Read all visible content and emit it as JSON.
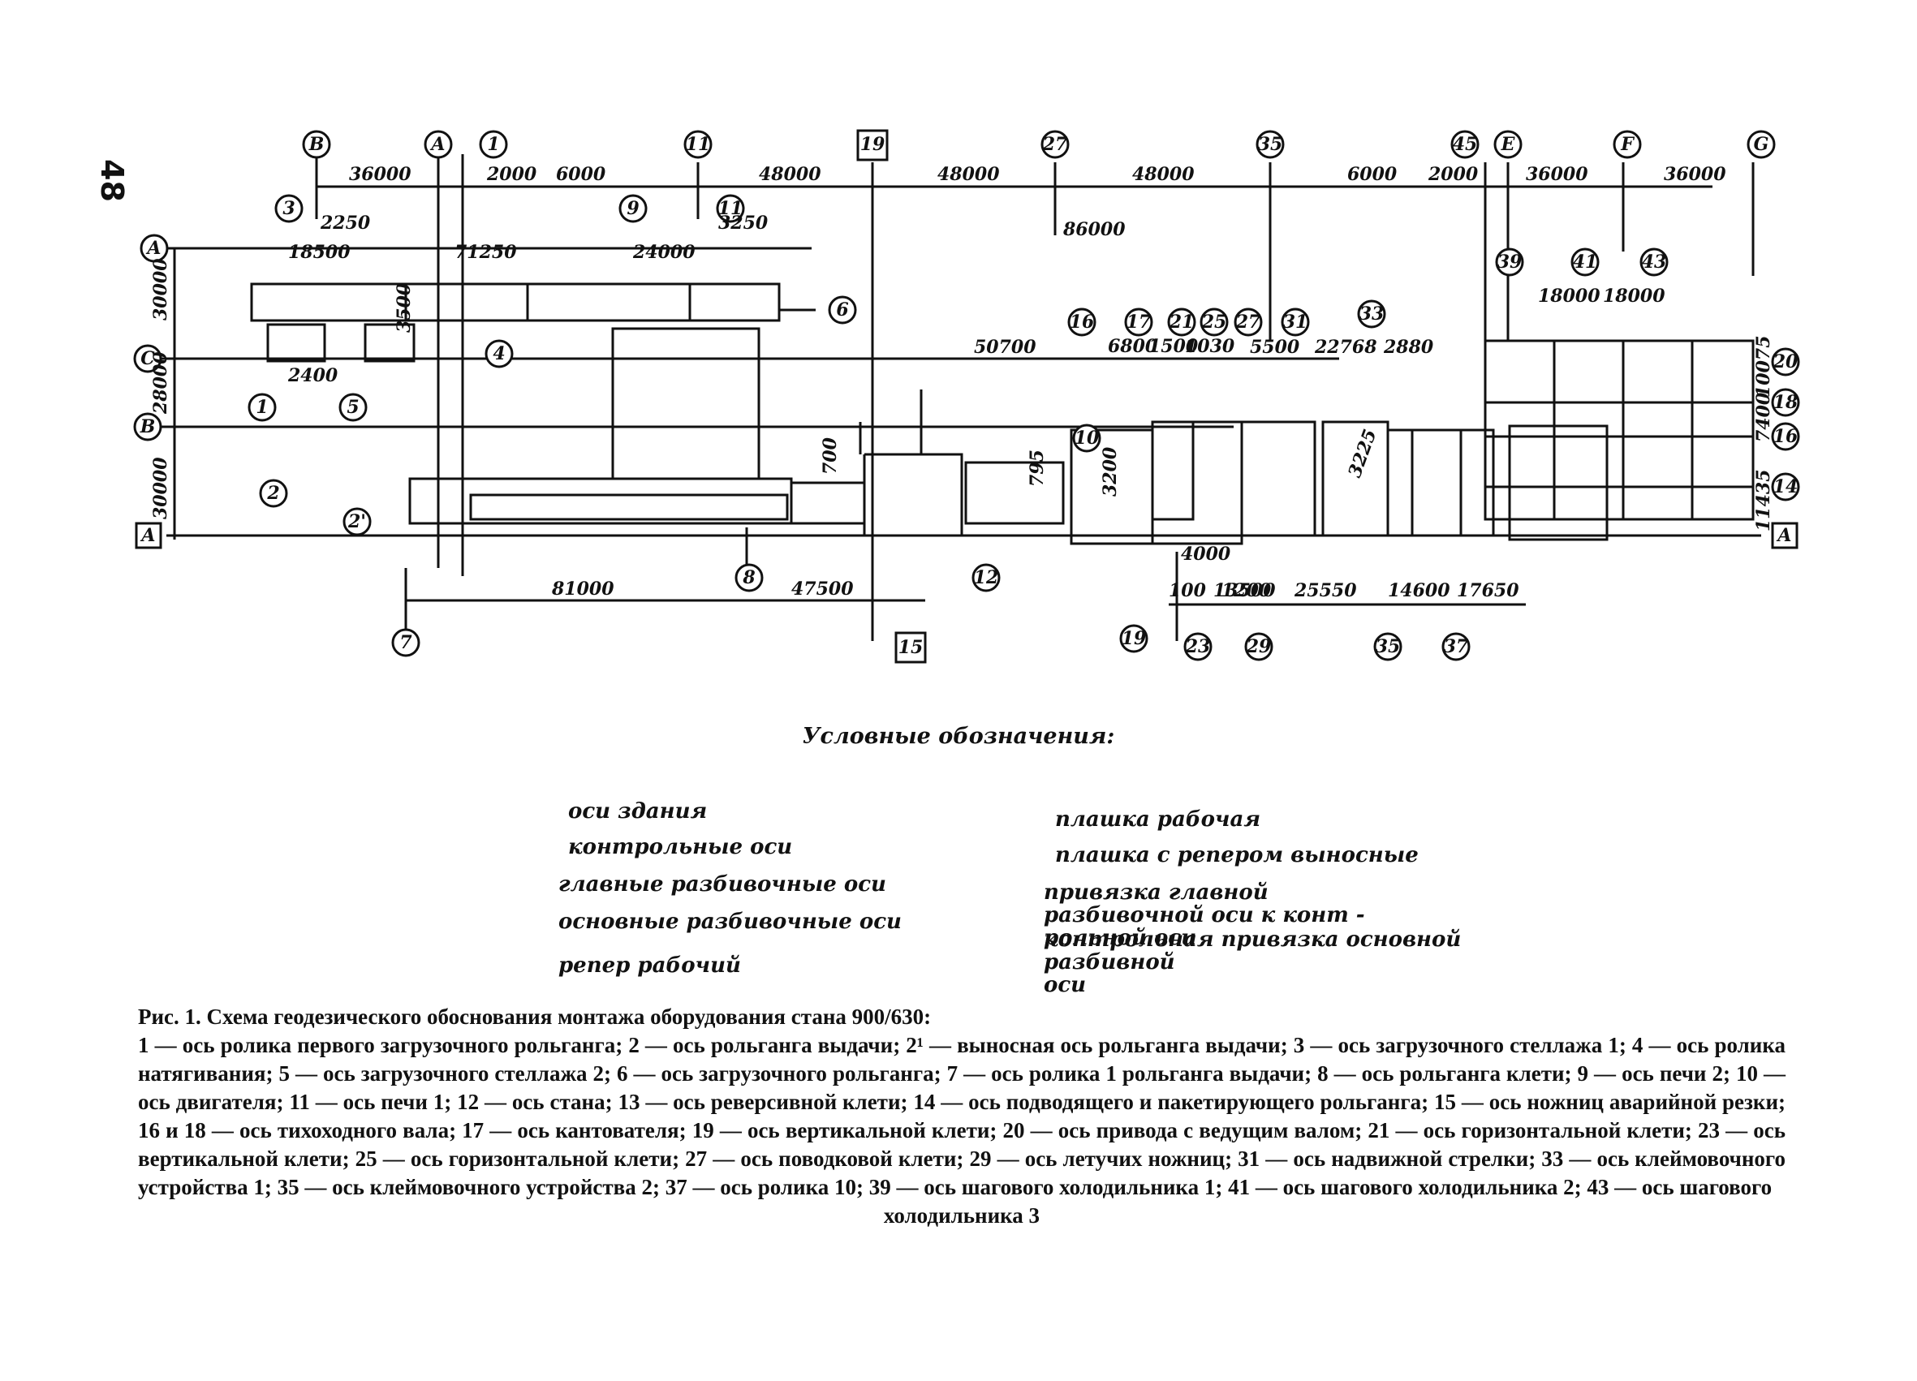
{
  "page_number": "48",
  "scheme": {
    "top_dims": [
      "36000",
      "2000",
      "6000",
      "48000",
      "48000",
      "48000",
      "6000",
      "2000",
      "36000",
      "36000"
    ],
    "axes_top": [
      "В",
      "А",
      "1",
      "11",
      "19",
      "27",
      "35",
      "45",
      "Е",
      "F",
      "G"
    ],
    "row_axes": [
      "А",
      "С",
      "В",
      "А"
    ],
    "left_dims": [
      "30000",
      "28000",
      "30000"
    ],
    "inner_dims": [
      "18500",
      "71250",
      "24000",
      "2400",
      "3500",
      "50700",
      "86000",
      "5500",
      "22768",
      "2880",
      "18000",
      "18000",
      "81000",
      "47500",
      "700",
      "795",
      "4000",
      "3225",
      "3200",
      "13500",
      "25550",
      "14600",
      "17650",
      "2250",
      "3250",
      "11435",
      "7400",
      "10075"
    ],
    "small_numbers": [
      "6800",
      "1500",
      "1030",
      "1200",
      "100"
    ],
    "axis_numbers": [
      "3",
      "9",
      "11",
      "16",
      "17",
      "21",
      "25",
      "27",
      "31",
      "33",
      "39",
      "41",
      "43",
      "6",
      "4",
      "1",
      "5",
      "2",
      "2'",
      "8",
      "10",
      "12",
      "15",
      "7",
      "19",
      "23",
      "29",
      "35",
      "37",
      "20",
      "18",
      "16",
      "14",
      "А"
    ]
  },
  "legend": {
    "title": "Условные обозначения:",
    "left": [
      "оси здания",
      "контрольные оси",
      "главные разбивочные оси",
      "основные разбивочные оси",
      "репер рабочий"
    ],
    "right": [
      "плашка рабочая",
      "плашка с репером выносные",
      "привязка главной разбивочной оси к конт -\nрольной оси",
      "контрольная привязка основной разбивной\nоси"
    ]
  },
  "caption": {
    "title": "Рис. 1. Схема геодезического обоснования монтажа оборудования стана 900/630:",
    "body": "1 — ось ролика первого загрузочного рольганга; 2 — ось рольганга выдачи; 2¹ — выносная ось рольганга выдачи; 3 — ось загрузочного стеллажа 1; 4 — ось ролика натягивания; 5 — ось загрузочного стеллажа 2; 6 — ось загрузочного рольганга; 7 — ось ролика 1 рольганга выдачи; 8 — ось рольганга клети; 9 — ось печи 2; 10 — ось двигателя; 11 — ось печи 1; 12 — ось стана; 13 — ось реверсивной клети; 14 — ось подводящего и пакетирующего рольганга; 15 — ось ножниц аварийной резки; 16 и 18 — ось тихоходного вала; 17 — ось кантователя; 19 — ось вертикальной клети; 20 — ось привода с ведущим валом; 21 — ось горизонтальной клети; 23 — ось вертикальной клети; 25 — ось горизонтальной клети; 27 — ось поводковой клети; 29 — ось летучих ножниц; 31 — ось надвижной стрелки; 33 — ось клеймовочного устройства 1; 35 — ось клеймовочного устройства 2; 37 — ось ролика 10; 39 — ось шагового холодильника 1; 41 — ось шагового холодильника 2; 43 — ось шагового",
    "tail": "холодильника 3"
  }
}
